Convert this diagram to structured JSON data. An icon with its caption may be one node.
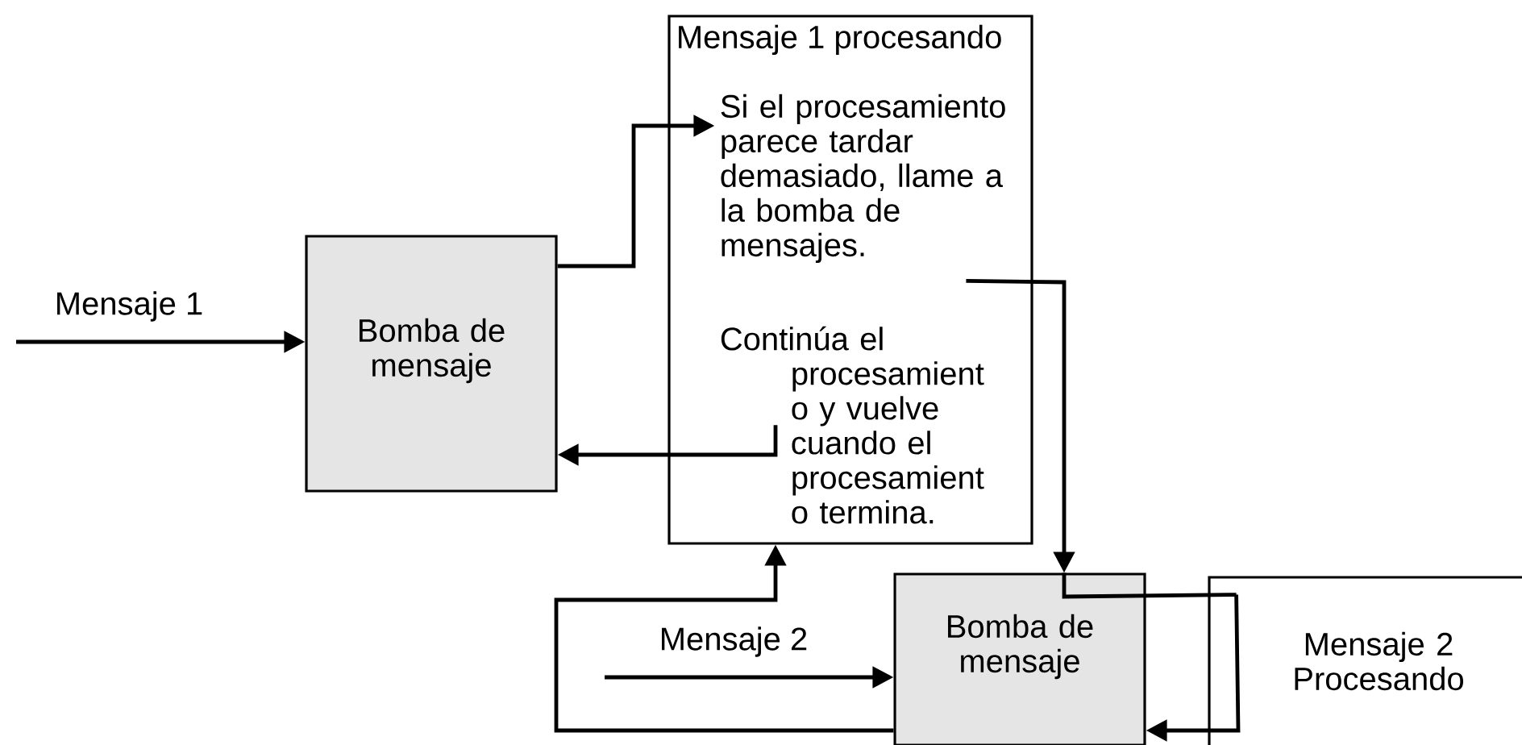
{
  "diagram": {
    "nodes": [
      {
        "text": [
          "Bomba de mensaje"
        ]
      },
      {
        "text": [
          "Mensaje 1 procesando"
        ]
      },
      {
        "text": [
          "Si el procesamiento parece tardar demasiado, llame a la bomba de mensajes."
        ],
        "in": 1
      },
      {
        "text": [
          "Continúa el procesamient o y vuelve cuando el procesamient o termina."
        ],
        "in": 1
      },
      {
        "text": [
          "Bomba de mensaje"
        ]
      },
      {
        "text": [
          "Mensaje 2 Procesando"
        ]
      }
    ],
    "edges": [
      {
        "from": null,
        "to": 0,
        "arrow": "to",
        "label": "Mensaje 1"
      },
      {
        "from": 0,
        "to": 2,
        "arrow": "to"
      },
      {
        "from": 2,
        "to": 4,
        "arrow": "to"
      },
      {
        "from": 4,
        "to": 5,
        "arrow": "none"
      },
      {
        "from": 5,
        "to": 4,
        "arrow": "to"
      },
      {
        "from": 4,
        "to": 1,
        "arrow": "to"
      },
      {
        "from": 3,
        "to": 0,
        "arrow": "to"
      },
      {
        "from": null,
        "to": 4,
        "arrow": "to",
        "label": "Mensaje 2"
      }
    ]
  }
}
